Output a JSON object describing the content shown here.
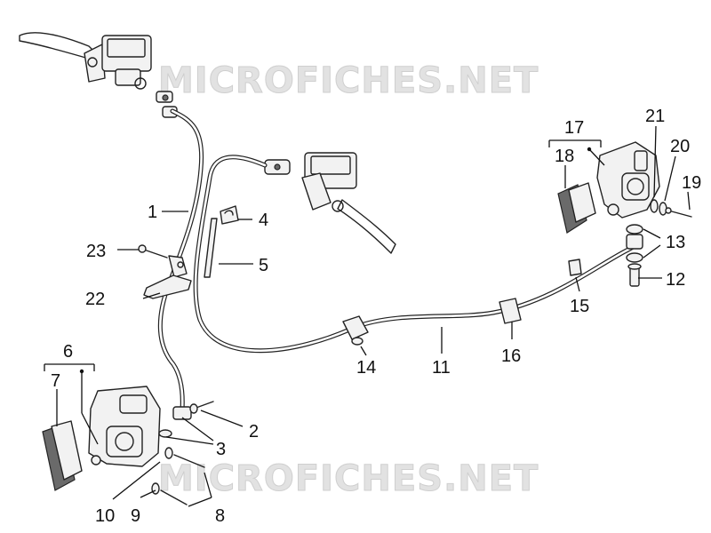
{
  "watermarks": [
    {
      "text": "MICROFICHES.NET"
    },
    {
      "text": "MICROFICHES.NET"
    }
  ],
  "callouts": [
    {
      "id": "1",
      "label": "1"
    },
    {
      "id": "2",
      "label": "2"
    },
    {
      "id": "3",
      "label": "3"
    },
    {
      "id": "4",
      "label": "4"
    },
    {
      "id": "5",
      "label": "5"
    },
    {
      "id": "6",
      "label": "6"
    },
    {
      "id": "7",
      "label": "7"
    },
    {
      "id": "8",
      "label": "8"
    },
    {
      "id": "9",
      "label": "9"
    },
    {
      "id": "10",
      "label": "10"
    },
    {
      "id": "11",
      "label": "11"
    },
    {
      "id": "12",
      "label": "12"
    },
    {
      "id": "13",
      "label": "13"
    },
    {
      "id": "14",
      "label": "14"
    },
    {
      "id": "15",
      "label": "15"
    },
    {
      "id": "16",
      "label": "16"
    },
    {
      "id": "17",
      "label": "17"
    },
    {
      "id": "18",
      "label": "18"
    },
    {
      "id": "19",
      "label": "19"
    },
    {
      "id": "20",
      "label": "20"
    },
    {
      "id": "21",
      "label": "21"
    },
    {
      "id": "22",
      "label": "22"
    },
    {
      "id": "23",
      "label": "23"
    }
  ],
  "colors": {
    "line": "#222222",
    "background": "#ffffff",
    "watermark": "#e2e2e2"
  }
}
